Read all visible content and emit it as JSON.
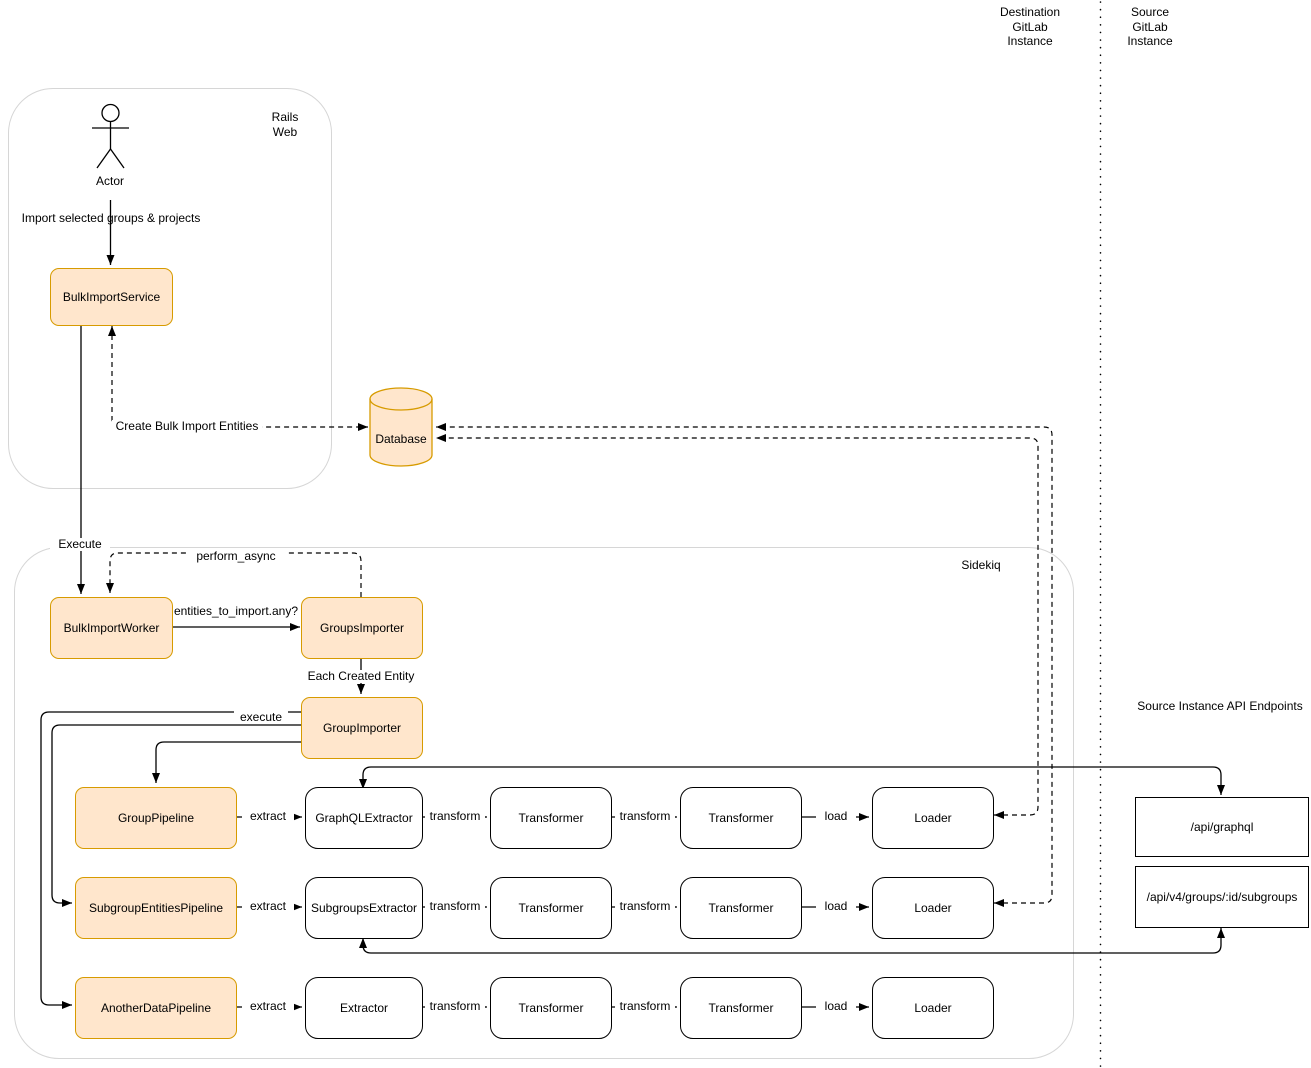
{
  "lanes": {
    "destination": "Destination\nGitLab\nInstance",
    "source": "Source\nGitLab\nInstance"
  },
  "containers": {
    "rails_web": "Rails\nWeb",
    "sidekiq": "Sidekiq"
  },
  "actor": "Actor",
  "headings": {
    "api_endpoints": "Source Instance API Endpoints"
  },
  "nodes": {
    "bulk_import_service": "BulkImportService",
    "database": "Database",
    "bulk_import_worker": "BulkImportWorker",
    "groups_importer": "GroupsImporter",
    "group_importer": "GroupImporter",
    "transformer": "Transformer",
    "loader": "Loader",
    "api_graphql": "/api/graphql",
    "api_subgroups": "/api/v4/groups/:id/subgroups"
  },
  "pipelines": [
    {
      "pipeline": "GroupPipeline",
      "extractor": "GraphQLExtractor"
    },
    {
      "pipeline": "SubgroupEntitiesPipeline",
      "extractor": "SubgroupsExtractor"
    },
    {
      "pipeline": "AnotherDataPipeline",
      "extractor": "Extractor"
    }
  ],
  "edge_labels": {
    "import_selected": "Import selected groups & projects",
    "create_entities": "Create Bulk Import Entities",
    "execute": "Execute",
    "perform_async": "perform_async",
    "entities_any": "entities_to_import.any?",
    "each_created_entity": "Each Created Entity",
    "execute_pipeline": "execute",
    "extract": "extract",
    "transform": "transform",
    "load": "load"
  },
  "colors": {
    "highlight_fill": "#FFE6CC",
    "highlight_stroke": "#D79B00",
    "container_stroke": "#D6D6D6",
    "line": "#000000"
  }
}
